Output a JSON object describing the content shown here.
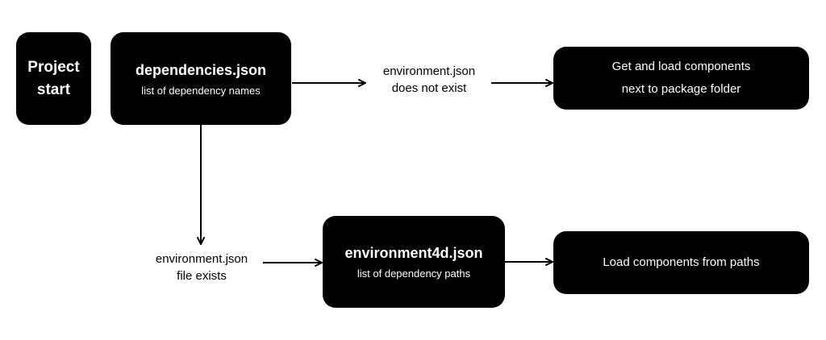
{
  "nodes": {
    "project_start": {
      "line1": "Project",
      "line2": "start"
    },
    "dependencies": {
      "title": "dependencies.json",
      "subtitle": "list of dependency names"
    },
    "get_and_load": {
      "line1": "Get and load components",
      "line2": "next to package folder"
    },
    "environment4d": {
      "title": "environment4d.json",
      "subtitle": "list of dependency paths"
    },
    "load_from_paths": {
      "line1": "Load components from paths"
    }
  },
  "edge_labels": {
    "not_exist": {
      "line1": "environment.json",
      "line2": "does not exist"
    },
    "exists": {
      "line1": "environment.json",
      "line2": "file exists"
    }
  },
  "colors": {
    "node_fill": "#000000",
    "node_text": "#ffffff",
    "arrow": "#000000",
    "background": "#ffffff"
  }
}
